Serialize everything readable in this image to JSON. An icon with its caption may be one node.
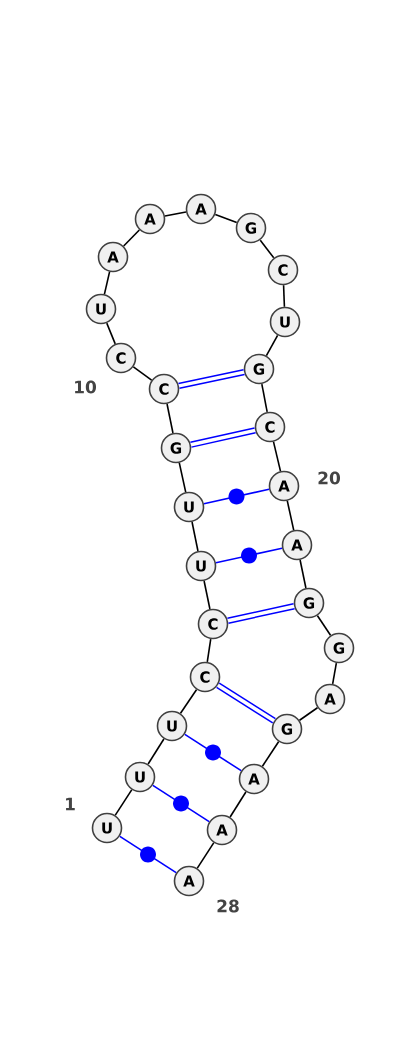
{
  "diagram": {
    "nodes": [
      {
        "text": [
          "U"
        ]
      },
      {
        "text": [
          "U"
        ]
      },
      {
        "text": [
          "U"
        ]
      },
      {
        "text": [
          "C"
        ]
      },
      {
        "text": [
          "C"
        ]
      },
      {
        "text": [
          "U"
        ]
      },
      {
        "text": [
          "U"
        ]
      },
      {
        "text": [
          "G"
        ]
      },
      {
        "text": [
          "C"
        ]
      },
      {
        "text": [
          "C"
        ]
      },
      {
        "text": [
          "U"
        ]
      },
      {
        "text": [
          "A"
        ]
      },
      {
        "text": [
          "A"
        ]
      },
      {
        "text": [
          "A"
        ]
      },
      {
        "text": [
          "G"
        ]
      },
      {
        "text": [
          "C"
        ]
      },
      {
        "text": [
          "U"
        ]
      },
      {
        "text": [
          "G"
        ]
      },
      {
        "text": [
          "C"
        ]
      },
      {
        "text": [
          "A"
        ]
      },
      {
        "text": [
          "A"
        ]
      },
      {
        "text": [
          "G"
        ]
      },
      {
        "text": [
          "G"
        ]
      },
      {
        "text": [
          "A"
        ]
      },
      {
        "text": [
          "G"
        ]
      },
      {
        "text": [
          "A"
        ]
      },
      {
        "text": [
          "A"
        ]
      },
      {
        "text": [
          "A"
        ]
      }
    ],
    "edges": [
      {
        "from": 0,
        "to": 1,
        "arrow": "none"
      },
      {
        "from": 1,
        "to": 2,
        "arrow": "none"
      },
      {
        "from": 2,
        "to": 3,
        "arrow": "none"
      },
      {
        "from": 3,
        "to": 4,
        "arrow": "none"
      },
      {
        "from": 4,
        "to": 5,
        "arrow": "none"
      },
      {
        "from": 5,
        "to": 6,
        "arrow": "none"
      },
      {
        "from": 6,
        "to": 7,
        "arrow": "none"
      },
      {
        "from": 7,
        "to": 8,
        "arrow": "none"
      },
      {
        "from": 8,
        "to": 9,
        "arrow": "none"
      },
      {
        "from": 9,
        "to": 10,
        "arrow": "none"
      },
      {
        "from": 10,
        "to": 11,
        "arrow": "none"
      },
      {
        "from": 11,
        "to": 12,
        "arrow": "none"
      },
      {
        "from": 12,
        "to": 13,
        "arrow": "none"
      },
      {
        "from": 13,
        "to": 14,
        "arrow": "none"
      },
      {
        "from": 14,
        "to": 15,
        "arrow": "none"
      },
      {
        "from": 15,
        "to": 16,
        "arrow": "none"
      },
      {
        "from": 16,
        "to": 17,
        "arrow": "none"
      },
      {
        "from": 17,
        "to": 18,
        "arrow": "none"
      },
      {
        "from": 18,
        "to": 19,
        "arrow": "none"
      },
      {
        "from": 19,
        "to": 20,
        "arrow": "none"
      },
      {
        "from": 20,
        "to": 21,
        "arrow": "none"
      },
      {
        "from": 21,
        "to": 22,
        "arrow": "none"
      },
      {
        "from": 22,
        "to": 23,
        "arrow": "none"
      },
      {
        "from": 23,
        "to": 24,
        "arrow": "none"
      },
      {
        "from": 24,
        "to": 25,
        "arrow": "none"
      },
      {
        "from": 25,
        "to": 26,
        "arrow": "none"
      },
      {
        "from": 26,
        "to": 27,
        "arrow": "none"
      },
      {
        "from": 0,
        "to": 27,
        "arrow": "none",
        "color": "#0000ff"
      },
      {
        "from": 1,
        "to": 26,
        "arrow": "none",
        "color": "#0000ff"
      },
      {
        "from": 2,
        "to": 25,
        "arrow": "none",
        "color": "#0000ff"
      },
      {
        "from": 3,
        "to": 24,
        "arrow": "none",
        "style": "thick",
        "color": "#0000ff"
      },
      {
        "from": 4,
        "to": 21,
        "arrow": "none",
        "style": "thick",
        "color": "#0000ff"
      },
      {
        "from": 5,
        "to": 20,
        "arrow": "none",
        "color": "#0000ff"
      },
      {
        "from": 6,
        "to": 19,
        "arrow": "none",
        "color": "#0000ff"
      },
      {
        "from": 7,
        "to": 18,
        "arrow": "none",
        "style": "thick",
        "color": "#0000ff"
      },
      {
        "from": 8,
        "to": 17,
        "arrow": "none",
        "style": "thick",
        "color": "#0000ff"
      }
    ],
    "labels": [
      "10",
      "20",
      "1",
      "28"
    ]
  }
}
